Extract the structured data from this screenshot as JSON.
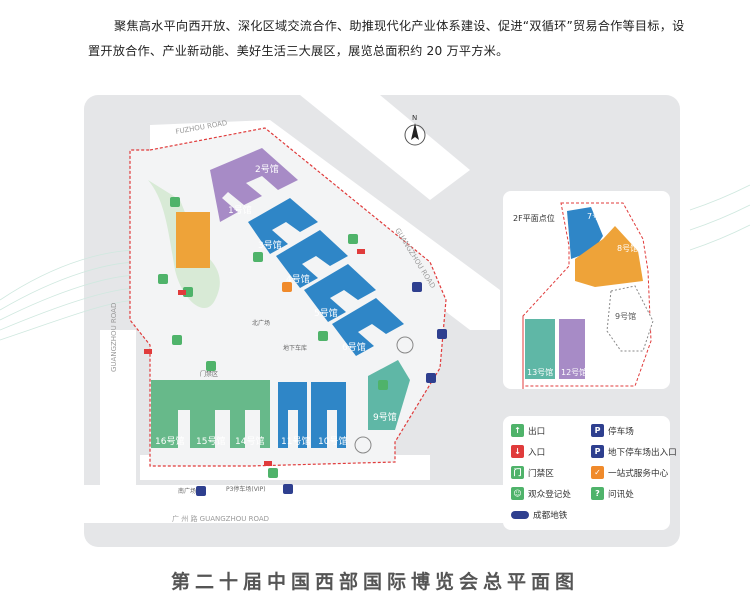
{
  "intro_text": "聚焦高水平向西开放、深化区域交流合作、助推现代化产业体系建设、促进“双循环”贸易合作等目标，设置开放合作、产业新动能、美好生活三大展区，展览总面积约 20 万平方米。",
  "title": "第二十届中国西部国际博览会总平面图",
  "compass": "N",
  "roads": {
    "north": "FUZHOU ROAD",
    "east": "GUANGZHOU ROAD",
    "south": "广 州 路  GUANGZHOU ROAD",
    "west": "GUANGZHOU ROAD"
  },
  "halls": [
    {
      "id": "1",
      "label": "1号馆",
      "color": "#a78bc6"
    },
    {
      "id": "2",
      "label": "2号馆",
      "color": "#a78bc6"
    },
    {
      "id": "3",
      "label": "3号馆",
      "color": "#2f86c7"
    },
    {
      "id": "4",
      "label": "4号馆",
      "color": "#2f86c7"
    },
    {
      "id": "5",
      "label": "5号馆",
      "color": "#2f86c7"
    },
    {
      "id": "6",
      "label": "6号馆",
      "color": "#2f86c7"
    },
    {
      "id": "9",
      "label": "9号馆",
      "color": "#5fb7a6"
    },
    {
      "id": "10",
      "label": "10号馆",
      "color": "#2f86c7"
    },
    {
      "id": "11",
      "label": "11号馆",
      "color": "#2f86c7"
    },
    {
      "id": "14",
      "label": "14号馆",
      "color": "#67b98a"
    },
    {
      "id": "15",
      "label": "15号馆",
      "color": "#67b98a"
    },
    {
      "id": "16",
      "label": "16号馆",
      "color": "#67b98a"
    },
    {
      "id": "orange",
      "label": "",
      "color": "#eea339"
    }
  ],
  "map_labels": {
    "north_plaza": "北广场",
    "gate": "门禁区",
    "parking_b": "地下车库",
    "vip_parking": "P3停车场(VIP)",
    "south_plaza": "南广场"
  },
  "inset": {
    "title": "2F平面点位",
    "halls": [
      {
        "id": "7",
        "label": "7号馆",
        "color": "#2f86c7"
      },
      {
        "id": "8",
        "label": "8号馆",
        "color": "#eea339"
      },
      {
        "id": "9",
        "label": "9号馆",
        "color": "#ffffff"
      },
      {
        "id": "12",
        "label": "12号馆",
        "color": "#a78bc6"
      },
      {
        "id": "13",
        "label": "13号馆",
        "color": "#5fb7a6"
      }
    ]
  },
  "legend": [
    {
      "icon": "exit-icon",
      "label": "出口",
      "color": "#4fb36a"
    },
    {
      "icon": "parking-icon",
      "label": "停车场",
      "color": "#2e3f8f"
    },
    {
      "icon": "entrance-icon",
      "label": "入口",
      "color": "#e03b3b"
    },
    {
      "icon": "underground-parking-icon",
      "label": "地下停车场出入口",
      "color": "#2e3f8f"
    },
    {
      "icon": "gate-icon",
      "label": "门禁区",
      "color": "#4fb36a"
    },
    {
      "icon": "service-center-icon",
      "label": "一站式服务中心",
      "color": "#f08a2b"
    },
    {
      "icon": "registration-icon",
      "label": "观众登记处",
      "color": "#4fb36a"
    },
    {
      "icon": "info-desk-icon",
      "label": "问讯处",
      "color": "#4fb36a"
    },
    {
      "icon": "metro-icon",
      "label": "成都地铁",
      "color": "#2e3f8f"
    }
  ]
}
